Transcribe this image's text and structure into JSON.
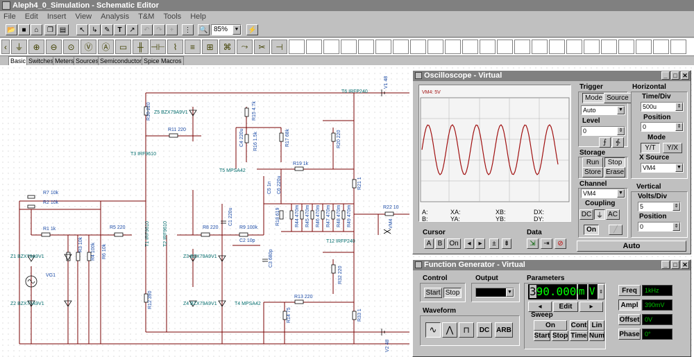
{
  "window": {
    "title": "Aleph4_0_Simulation - Schematic Editor"
  },
  "menu": [
    "File",
    "Edit",
    "Insert",
    "View",
    "Analysis",
    "T&M",
    "Tools",
    "Help"
  ],
  "toolbar": {
    "zoom": "85%"
  },
  "tabs": [
    "Basic",
    "Switches",
    "Meters",
    "Sources",
    "Semiconductors",
    "Spice Macros"
  ],
  "schematic": {
    "labels": [
      "R7 10k",
      "R2 10k",
      "R1 1k",
      "Z1 BZX79A9V1",
      "VG1",
      "Z2 BZX79A9V1",
      "R3 10k",
      "R4 100k",
      "R6 10k",
      "R5 220",
      "T1 IRF9610",
      "T2 IRF9610",
      "R8 220",
      "C1 220u",
      "R9 100k",
      "C2 10p",
      "C3 680p",
      "Z3 BZX79A9V1",
      "Z4 BZX79A9V1",
      "T4 MPSA42",
      "R12 390",
      "R14 75",
      "R13 220",
      "R10 220",
      "Z5 BZX79A9V1",
      "R11 220",
      "T3 IRF9610",
      "C4 220u",
      "R16 1.5k",
      "R15 4.7k",
      "R17 68k",
      "T5 MPSA42",
      "R19 1k",
      "C5 1n",
      "C6 220u",
      "R20 220",
      "T6 IRFP240",
      "V1 48",
      "R21 1",
      "R18 619",
      "R44 470m",
      "R45 470m",
      "R46 470m",
      "R47 470m",
      "R48 470m",
      "R49 470m",
      "R22 10",
      "VM4",
      "T12 IRFP240",
      "R32 220",
      "R33 1",
      "V2 48"
    ]
  },
  "oscilloscope": {
    "title": "Oscilloscope - Virtual",
    "screen_label": "VM4: 5V",
    "readouts": {
      "a": "A:",
      "b": "B:",
      "xa": "XA:",
      "ya": "YA:",
      "xb": "XB:",
      "yb": "YB:",
      "dx": "DX:",
      "dy": "DY:"
    },
    "trigger": {
      "label": "Trigger",
      "mode": "Mode",
      "source": "Source",
      "mode_value": "Auto",
      "level_label": "Level",
      "level_value": "0"
    },
    "storage": {
      "label": "Storage",
      "run": "Run",
      "stop": "Stop",
      "store": "Store",
      "erase": "Erase"
    },
    "channel": {
      "label": "Channel",
      "value": "VM4",
      "coupling_label": "Coupling",
      "dc": "DC",
      "ac": "AC",
      "on": "On"
    },
    "horizontal": {
      "label": "Horizontal",
      "time_div_label": "Time/Div",
      "time_div": "500u",
      "position_label": "Position",
      "position": "0",
      "mode_label": "Mode",
      "yt": "Y/T",
      "yx": "Y/X",
      "xsource_label": "X Source",
      "xsource": "VM4"
    },
    "vertical": {
      "label": "Vertical",
      "volts_div_label": "Volts/Div",
      "volts_div": "5",
      "position_label": "Position",
      "position": "0"
    },
    "cursor": {
      "label": "Cursor",
      "a": "A",
      "b": "B",
      "on": "On"
    },
    "data_label": "Data",
    "auto": "Auto",
    "waveform_color": "#a01010"
  },
  "function_generator": {
    "title": "Function Generator - Virtual",
    "control": {
      "label": "Control",
      "start": "Start",
      "stop": "Stop"
    },
    "output_label": "Output",
    "waveform": {
      "label": "Waveform",
      "dc": "DC",
      "arb": "ARB"
    },
    "parameters": {
      "label": "Parameters",
      "display_value_cursor": "3",
      "display_value_rest": "90.0000",
      "unit_prefix": "m",
      "unit": "V",
      "edit": "Edit"
    },
    "sweep": {
      "label": "Sweep",
      "on": "On",
      "cont": "Cont",
      "lin": "Lin",
      "start": "Start",
      "stop": "Stop",
      "time": "Time",
      "num": "Num"
    },
    "freq": {
      "label": "Freq",
      "value": "1kHz"
    },
    "ampl": {
      "label": "Ampl",
      "value": "390mV"
    },
    "offset": {
      "label": "Offset",
      "value": "0V"
    },
    "phase": {
      "label": "Phase",
      "value": "0°"
    }
  }
}
